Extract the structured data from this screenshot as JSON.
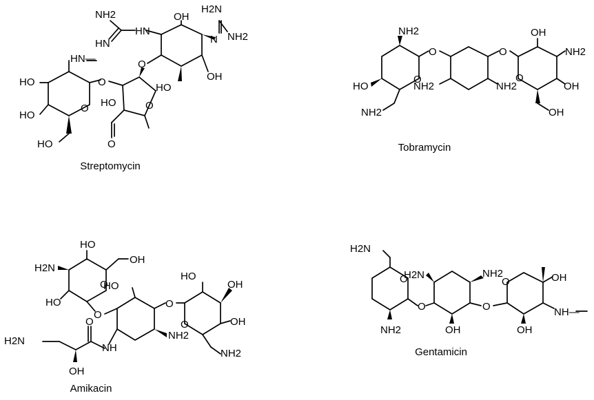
{
  "figure": {
    "streptomycin": {
      "name": "Streptomycin",
      "labels": {
        "nh2_guan1": "NH2",
        "hn_imine1": "HN",
        "hn_link1": "HN",
        "oh_top": "OH",
        "h2n_guan2": "H2N",
        "n_link2": "N",
        "nh2_guan2": "NH2",
        "oh_right": "OH",
        "ho_mid": "HO",
        "nhme": "HN—",
        "ho_s1": "HO",
        "ho_s2": "HO",
        "ho_s3": "HO",
        "ho_furan": "HO",
        "o_ring1": "O",
        "o_ring2": "O",
        "o_gly1": "O",
        "o_gly2": "O",
        "o_ald": "O"
      }
    },
    "tobramycin": {
      "name": "Tobramycin",
      "labels": {
        "nh2_top": "NH2",
        "oh_top": "OH",
        "nh2_right": "NH2",
        "ho_left": "HO",
        "nh2_ring": "NH2",
        "nh2_mid": "NH2",
        "oh_right": "OH",
        "nh2_bottom": "NH2",
        "oh_bottom": "OH",
        "o_ring1": "O",
        "o_ring2": "O",
        "o_gly1": "O",
        "o_gly2": "O"
      }
    },
    "amikacin": {
      "name": "Amikacin",
      "labels": {
        "ho_top": "HO",
        "oh_top": "OH",
        "h2n_left": "H2N",
        "ho_ring": "HO",
        "ho_left": "HO",
        "ho_r": "HO",
        "oh_r1": "OH",
        "oh_r2": "OH",
        "nh2_mid": "NH2",
        "nh2_right": "NH2",
        "h2n_chain": "H2N",
        "nh_amide": "NH",
        "oh_chain": "OH",
        "o_carbonyl": "O",
        "o_gly1": "O",
        "o_gly2": "O",
        "o_ring1": "O",
        "o_ring2": "O"
      }
    },
    "gentamicin": {
      "name": "Gentamicin",
      "labels": {
        "h2n_top": "H2N",
        "h2n_ring": "H2N",
        "nh2_top": "NH2",
        "oh_right": "OH",
        "nh_me": "NH—",
        "nh2_bottom": "NH2",
        "oh_mid": "OH",
        "oh_r": "OH",
        "o_ring1": "O",
        "o_ring2": "O",
        "o_gly1": "O",
        "o_gly2": "O"
      }
    }
  }
}
